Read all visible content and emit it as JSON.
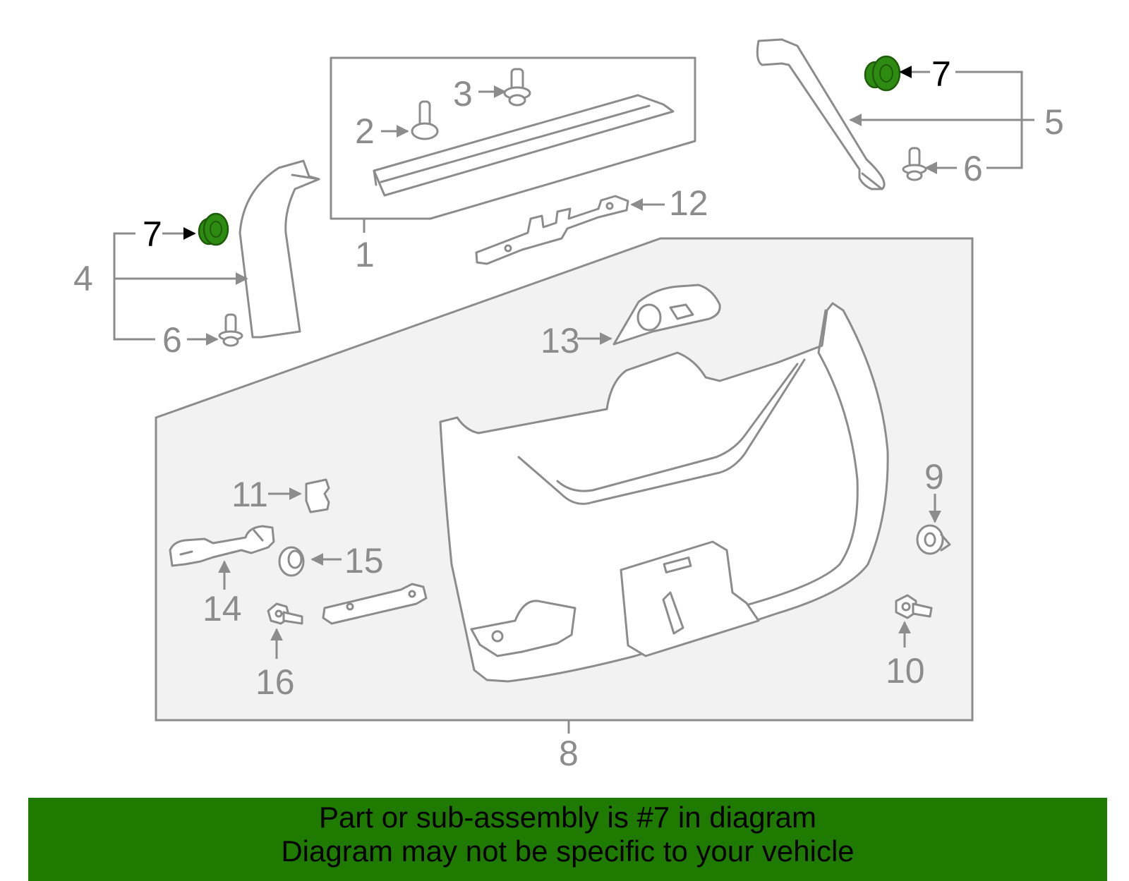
{
  "diagram": {
    "callouts": [
      "1",
      "2",
      "3",
      "4",
      "5",
      "6",
      "6",
      "7",
      "7",
      "8",
      "9",
      "10",
      "11",
      "12",
      "13",
      "14",
      "15",
      "16"
    ],
    "highlighted_part": "7",
    "colors": {
      "linework": "#8c8c8c",
      "panel_fill": "#f2f2f2",
      "highlight": "#2e8b12",
      "banner": "#1f7a00"
    }
  },
  "footer": {
    "line1": "Part or sub-assembly is #7 in diagram",
    "line2": "Diagram may not be specific to your vehicle"
  }
}
